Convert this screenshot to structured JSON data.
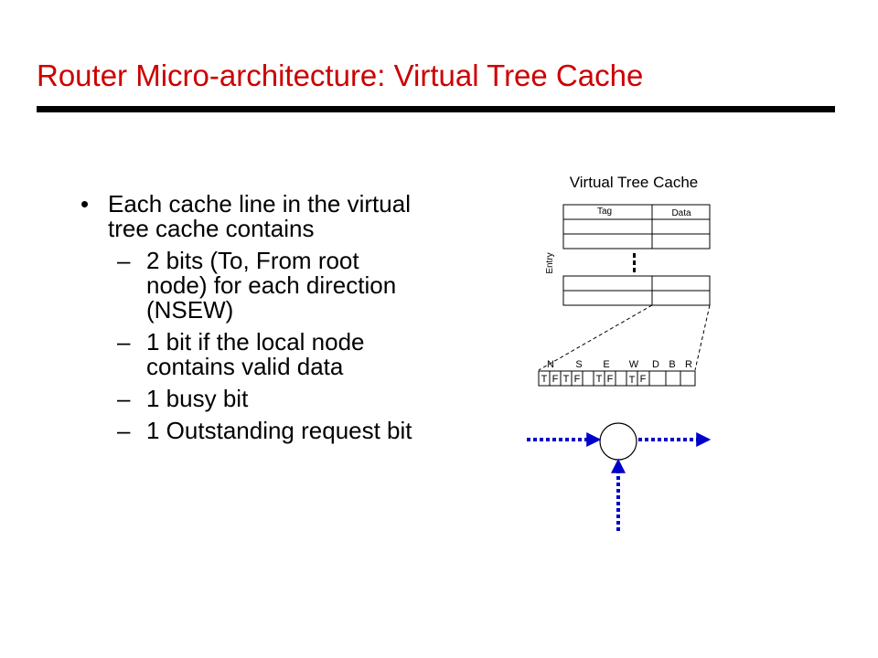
{
  "slide": {
    "title": "Router Micro-architecture: Virtual Tree Cache"
  },
  "bullets": {
    "bullet_symbol": "•",
    "sub_symbol": "–",
    "main": "Each cache line in the virtual tree cache contains",
    "subs": [
      "2 bits (To, From root node) for each direction (NSEW)",
      "1 bit if the local node contains valid data",
      "1 busy bit",
      "1 Outstanding request bit"
    ]
  },
  "diagram": {
    "title": "Virtual Tree Cache",
    "tag_label": "Tag",
    "data_label": "Data",
    "entry_label": "Entry",
    "field_labels": [
      "N",
      "S",
      "E",
      "W",
      "D",
      "B",
      "R"
    ],
    "bit_values": [
      "T",
      "F",
      "T",
      "F",
      "T",
      "F",
      "T",
      "F"
    ],
    "arrow_color": "#0000cc"
  }
}
